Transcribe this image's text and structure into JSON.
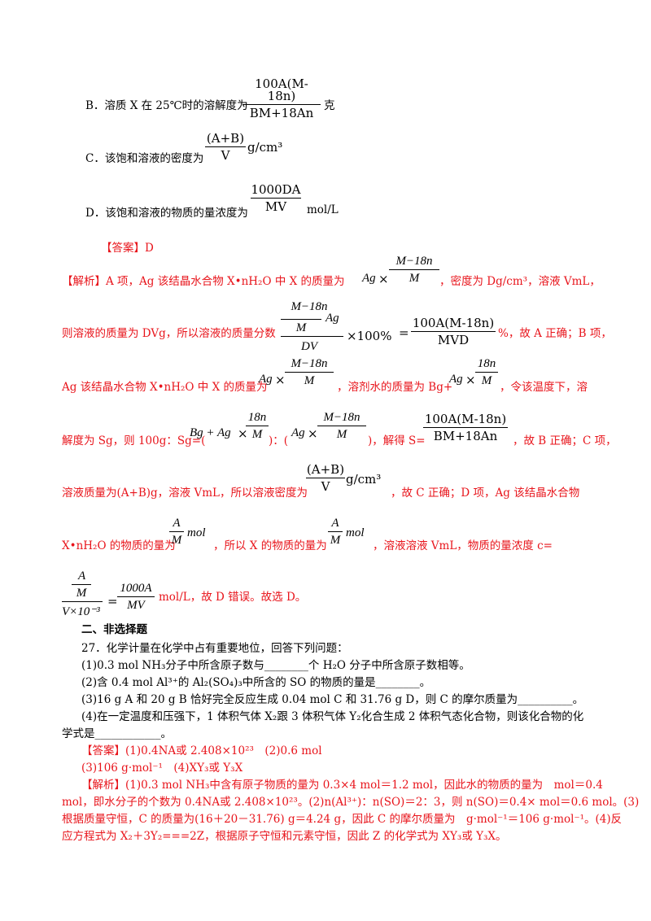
{
  "option_b": {
    "prefix": "B．溶质 X 在 25℃时的溶解度为",
    "num": "100A(M-18n)",
    "den": "BM+18An",
    "suffix": "克"
  },
  "option_c": {
    "prefix": "C．该饱和溶液的密度为",
    "num": "(A+B)",
    "den": "V",
    "unit": "g/cm³"
  },
  "option_d": {
    "prefix": "D．该饱和溶液的物质的量浓度为",
    "num": "1000DA",
    "den": "MV",
    "unit": "mol/L"
  },
  "answer1": "【答案】D",
  "analysis1": {
    "l1_a": "【解析】A 项，Ag 该结晶水合物 X•nH₂O 中 X 的质量为",
    "l1_b": "，密度为 Dg/cm³，溶液 VmL，",
    "l2_a": "则溶液的质量为 DVg，所以溶液的质量分数",
    "l2_b": "%，故 A 正确；B 项，",
    "l3_a": "Ag 该结晶水合物 X•nH₂O 中 X 的质量为",
    "l3_b": "，溶剂水的质量为 Bg+",
    "l3_c": "，令该温度下，溶",
    "l4_a": "解度为 Sg，则 100g：Sg=(",
    "l4_b": ")：(",
    "l4_c": ")，解得 S=",
    "l4_d": "，故 B 正确；C 项，",
    "l5_a": "溶液质量为(A+B)g，溶液 VmL，所以溶液密度为",
    "l5_b": "，故 C 正确；D 项，Ag 该结晶水合物",
    "l6_a": "X•nH₂O 的物质的量为",
    "l6_b": "，所以 X 的物质的量为",
    "l6_c": "，溶液溶液 VmL，物质的量浓度 c=",
    "l7_b": "mol/L，故 D 错误。故选 D。"
  },
  "section2": "二、非选择题",
  "q27": {
    "stem": "27．化学计量在化学中占有重要地位，回答下列问题：",
    "p1": "(1)0.3 mol NH₃分子中所含原子数与________个 H₂O 分子中所含原子数相等。",
    "p2": "(2)含 0.4 mol Al³⁺的 Al₂(SO₄)₃中所含的 SO 的物质的量是________。",
    "p3": "(3)16 g A 和 20 g B 恰好完全反应生成 0.04 mol C 和 31.76 g D，则 C 的摩尔质量为__________。",
    "p4a": "(4)在一定温度和压强下，1 体积气体 X₂跟 3 体积气体 Y₂化合生成 2 体积气态化合物，则该化合物的化",
    "p4b": "学式是____________。",
    "ans1": "【答案】(1)0.4NA或 2.408×10²³　(2)0.6 mol",
    "ans2": "(3)106 g·mol⁻¹　(4)XY₃或 Y₃X",
    "ex1": "【解析】(1)0.3 mol NH₃中含有原子物质的量为 0.3×4 mol＝1.2 mol，因此水的物质的量为　mol＝0.4",
    "ex2": "mol，即水分子的个数为 0.4NA或 2.408×10²³。(2)n(Al³⁺)：n(SO)＝2：3，则 n(SO)＝0.4× mol＝0.6 mol。(3)",
    "ex3": "根据质量守恒，C 的质量为(16＋20－31.76) g＝4.24 g，因此 C 的摩尔质量为　g·mol⁻¹＝106 g·mol⁻¹。(4)反",
    "ex4": "应方程式为 X₂＋3Y₂===2Z，根据原子守恒和元素守恒，因此 Z 的化学式为 XY₃或 Y₃X。"
  },
  "math": {
    "ag": "Ag",
    "times": "×",
    "m18n": "M−18n",
    "M": "M",
    "DV": "DV",
    "pct100": "×100%",
    "eq": "=",
    "mvd_num": "100A(M-18n)",
    "mvd_den": "MVD",
    "n18": "18n",
    "bg": "Bg + Ag",
    "A": "A",
    "mol": "mol",
    "V103": "V×10⁻³",
    "k1000A": "1000A",
    "MV": "MV"
  }
}
